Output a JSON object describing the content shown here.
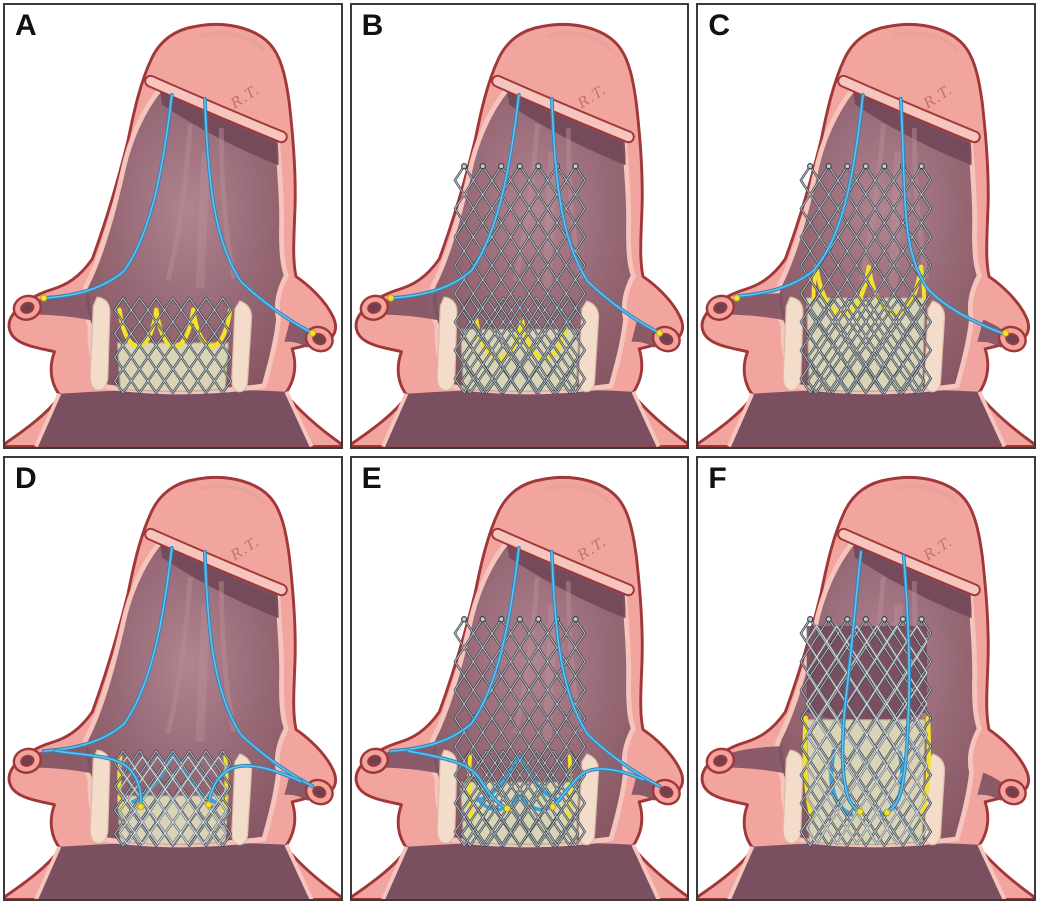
{
  "figure": {
    "signature": "R.T."
  },
  "palette": {
    "wall": "#F2A59E",
    "wallEdge": "#A23739",
    "wallCut": "#F6C5BE",
    "lumen": "#8E5F6C",
    "lumenLight": "#AF8391",
    "lumenDark": "#734959",
    "cavity": "#7A4F60",
    "coronaryLumen": "#7E5263",
    "ostiumHole": "#6B4252",
    "leafletRemnant": "#F3DCCA",
    "leafletRemnantEdge": "#D9BAA8",
    "skirt": "#DAD4B6",
    "skirtEdge": "#B7B094",
    "strutDark": "#39424B",
    "strutLight": "#C7CDD2",
    "chromeDark": "#6E7880",
    "chromeLight": "#E4E8EB",
    "wire": "#2F86BC",
    "wireCore": "#62C3ED",
    "marker": "#F3E12B",
    "markerEdge": "#B9A51C",
    "blueLeaflet": "#35A5DC"
  },
  "panels": [
    {
      "label": "A",
      "parts": [
        "skirt-short",
        "neoskirt-high-short",
        "mesh-short",
        "wires-descend",
        "wire-tips-coronary"
      ]
    },
    {
      "label": "B",
      "parts": [
        "skirt-tall-low",
        "neoskirt-low-tall",
        "mesh-short",
        "mesh-tall",
        "eyelets-tall",
        "wires-descend",
        "wire-tips-coronary"
      ]
    },
    {
      "label": "C",
      "parts": [
        "skirt-tall-high",
        "neoskirt-high-tall",
        "mesh-short",
        "mesh-tall",
        "eyelets-tall",
        "wires-descend-cross",
        "wire-tips-coronary"
      ]
    },
    {
      "label": "D",
      "parts": [
        "skirt-short",
        "leaflets-blue-short",
        "tabs-yellow-short",
        "mesh-short",
        "mesh-short-offset",
        "wires-descend",
        "wires-into-valve-short",
        "wire-tips-inside-short"
      ]
    },
    {
      "label": "E",
      "parts": [
        "skirt-tall-low",
        "tabs-yellow-tall",
        "leaflets-blue-tall",
        "mesh-short",
        "mesh-tall",
        "eyelets-tall",
        "wires-descend",
        "wires-into-valve-tall",
        "wire-tips-inside-tall"
      ]
    },
    {
      "label": "F",
      "parts": [
        "interior-dark-tall",
        "skirt-tall-xhigh",
        "neoskirt-side-lines",
        "leaflets-blue-F",
        "mesh-tall",
        "mesh-tall-offset",
        "eyelets-tall",
        "wires-inside-F",
        "wire-tips-inside-F"
      ]
    }
  ]
}
